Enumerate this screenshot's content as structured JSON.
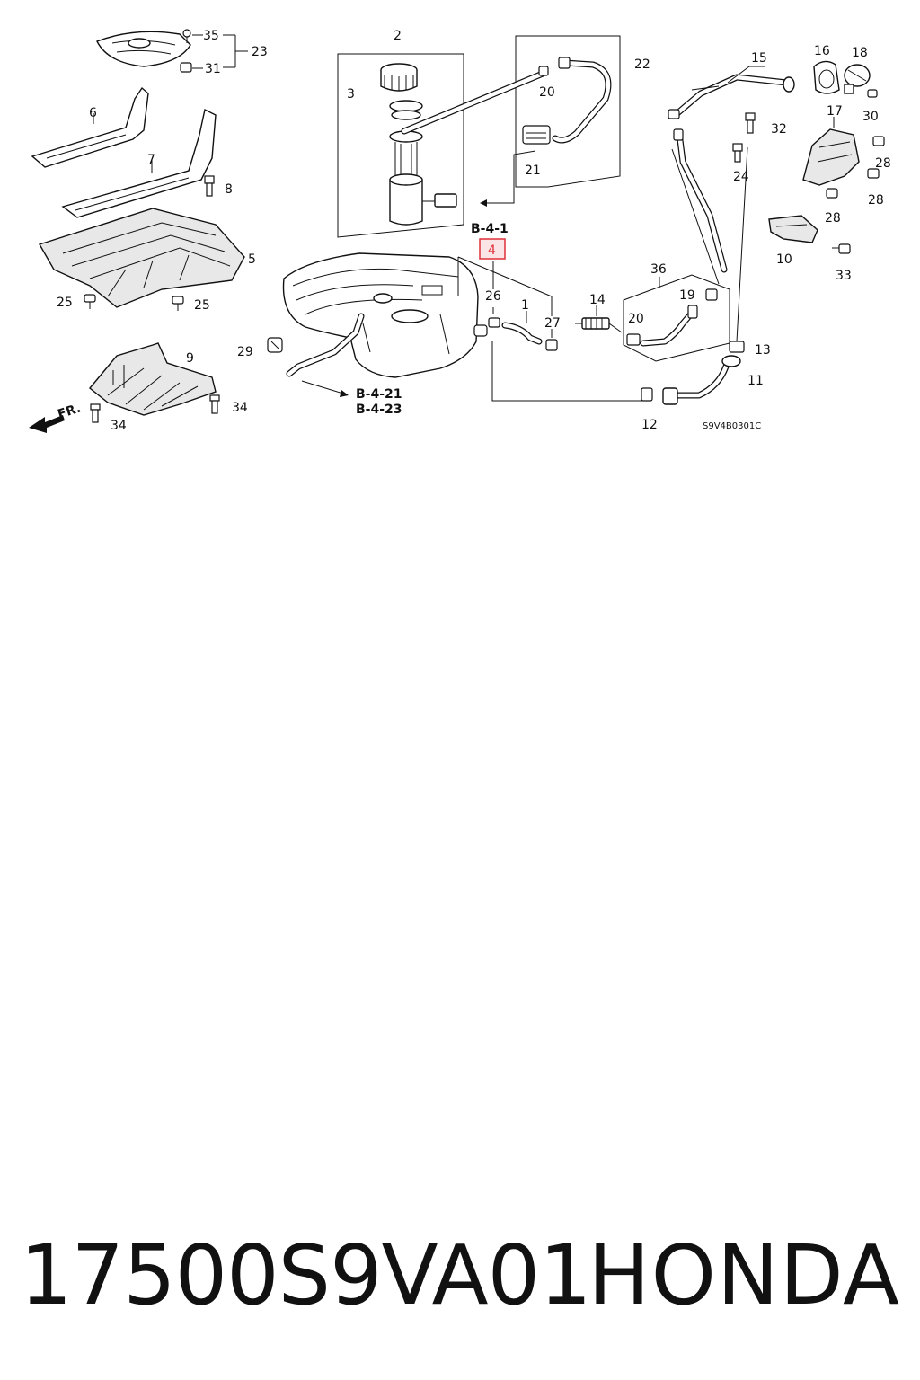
{
  "diagram": {
    "labels": {
      "l35": "35",
      "l23": "23",
      "l31": "31",
      "l6": "6",
      "l7": "7",
      "l8": "8",
      "l5": "5",
      "l25a": "25",
      "l25b": "25",
      "l9": "9",
      "l34a": "34",
      "l34b": "34",
      "l2": "2",
      "l3": "3",
      "l22": "22",
      "l20a": "20",
      "l21": "21",
      "l4": "4",
      "l26": "26",
      "l1": "1",
      "l27": "27",
      "l29": "29",
      "l14": "14",
      "l36": "36",
      "l19": "19",
      "l20b": "20",
      "l13": "13",
      "l11": "11",
      "l12": "12",
      "l15": "15",
      "l16": "16",
      "l18": "18",
      "l30": "30",
      "l17": "17",
      "l32": "32",
      "l24": "24",
      "l28a": "28",
      "l28b": "28",
      "l28c": "28",
      "l10": "10",
      "l33": "33"
    },
    "refs": {
      "b41": "B-4-1",
      "b421": "B-4-21",
      "b423": "B-4-23"
    },
    "front_marker": "FR.",
    "diagram_code": "S9V4B0301C",
    "highlight_color": "#e0303a"
  },
  "footer": {
    "part_number": "17500S9VA01",
    "brand": "HONDA"
  }
}
